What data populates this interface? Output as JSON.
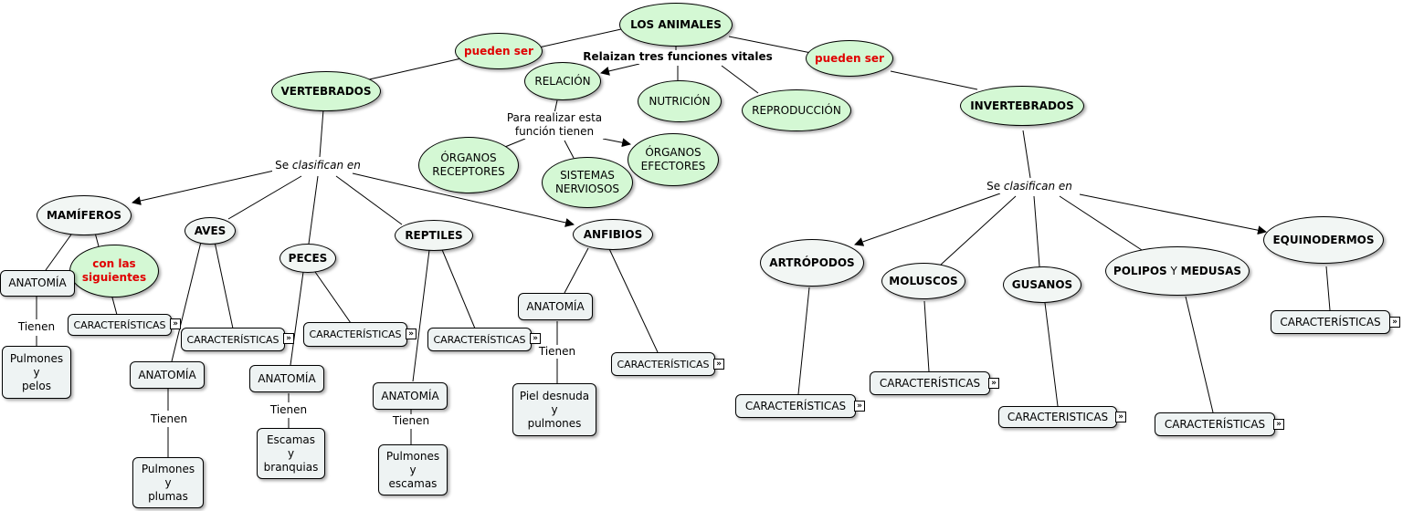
{
  "nodes": {
    "animales": "LOS ANIMALES",
    "pueden_ser_left": "pueden ser",
    "pueden_ser_right": "pueden ser",
    "vertebrados": "VERTEBRADOS",
    "invertebrados": "INVERTEBRADOS",
    "relacion": "RELACIÓN",
    "nutricion": "NUTRICIÓN",
    "reproduccion": "REPRODUCCIÓN",
    "organos_receptores": "ÓRGANOS\nRECEPTORES",
    "sistemas_nerviosos": "SISTEMAS\nNERVIOSOS",
    "organos_efectores": "ÓRGANOS\nEFECTORES",
    "mamiferos": "MAMÍFEROS",
    "con_las_siguientes": "con las\nsiguientes",
    "aves": "AVES",
    "peces": "PECES",
    "reptiles": "REPTILES",
    "anfibios": "ANFIBIOS",
    "artropodos": "ARTRÓPODOS",
    "moluscos": "MOLUSCOS",
    "gusanos": "GUSANOS",
    "polipos_pre": "POLIPOS",
    "polipos_y": " Y ",
    "polipos_post": "MEDUSAS",
    "equinodermos": "EQUINODERMOS",
    "anatomia_mam": "ANATOMÍA",
    "anatomia_aves": "ANATOMÍA",
    "anatomia_peces": "ANATOMÍA",
    "anatomia_reptiles": "ANATOMÍA",
    "anatomia_anfibios": "ANATOMÍA",
    "pulmones_pelos": "Pulmones\ny\npelos",
    "pulmones_plumas": "Pulmones\ny\nplumas",
    "escamas_branquias": "Escamas\ny\nbranquias",
    "pulmones_escamas": "Pulmones\ny\nescamas",
    "piel_desnuda": "Piel desnuda\ny\npulmones",
    "car_mam": "CARACTERÍSTICAS",
    "car_aves": "CARACTERÍSTICAS",
    "car_peces": "CARACTERÍSTICAS",
    "car_reptiles": "CARACTERÍSTICAS",
    "car_anfibios": "CARACTERÍSTICAS",
    "car_artropodos": "CARACTERÍSTICAS",
    "car_moluscos": "CARACTERÍSTICAS",
    "car_gusanos": "CARACTERISTICAS",
    "car_polipos": "CARACTERÍSTICAS",
    "car_equinodermos": "CARACTERÍSTICAS"
  },
  "labels": {
    "tres_funciones": "Relaizan tres funciones vitales",
    "para_realizar": "Para realizar esta\nfunción tienen",
    "se": "Se ",
    "clasifican": "clasifican",
    "en": " en",
    "tienen": "Tienen"
  },
  "expand_glyph": "»",
  "colors": {
    "node_fill": "#d4f8d4",
    "box_fill": "#eef3f3",
    "linking_red": "#e00000"
  }
}
